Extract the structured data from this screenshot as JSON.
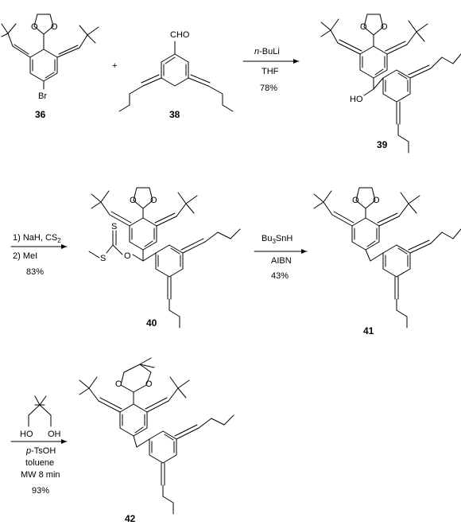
{
  "compounds": {
    "c36": "36",
    "c38": "38",
    "c39": "39",
    "c40": "40",
    "c41": "41",
    "c42": "42"
  },
  "plus": "+",
  "atoms": {
    "br": "Br",
    "cho": "CHO",
    "ho": "HO",
    "o": "O",
    "s": "S"
  },
  "steps": {
    "step1": {
      "r1_prefix": "n",
      "r1_main": "-BuLi",
      "r2": "THF",
      "yield": "78%"
    },
    "step2": {
      "r1_text": "1) NaH, CS",
      "r1_sub": "2",
      "r2": "2) MeI",
      "yield": "83%"
    },
    "step3": {
      "r1_main": "Bu",
      "r1_sub": "3",
      "r1_tail": "SnH",
      "r2": "AIBN",
      "yield": "43%"
    },
    "step4": {
      "r1_prefix": "p",
      "r1_main": "-TsOH",
      "r2": "toluene",
      "r3": "MW 8 min",
      "yield": "93%",
      "diol_ho": "HO",
      "diol_oh": "OH"
    }
  }
}
